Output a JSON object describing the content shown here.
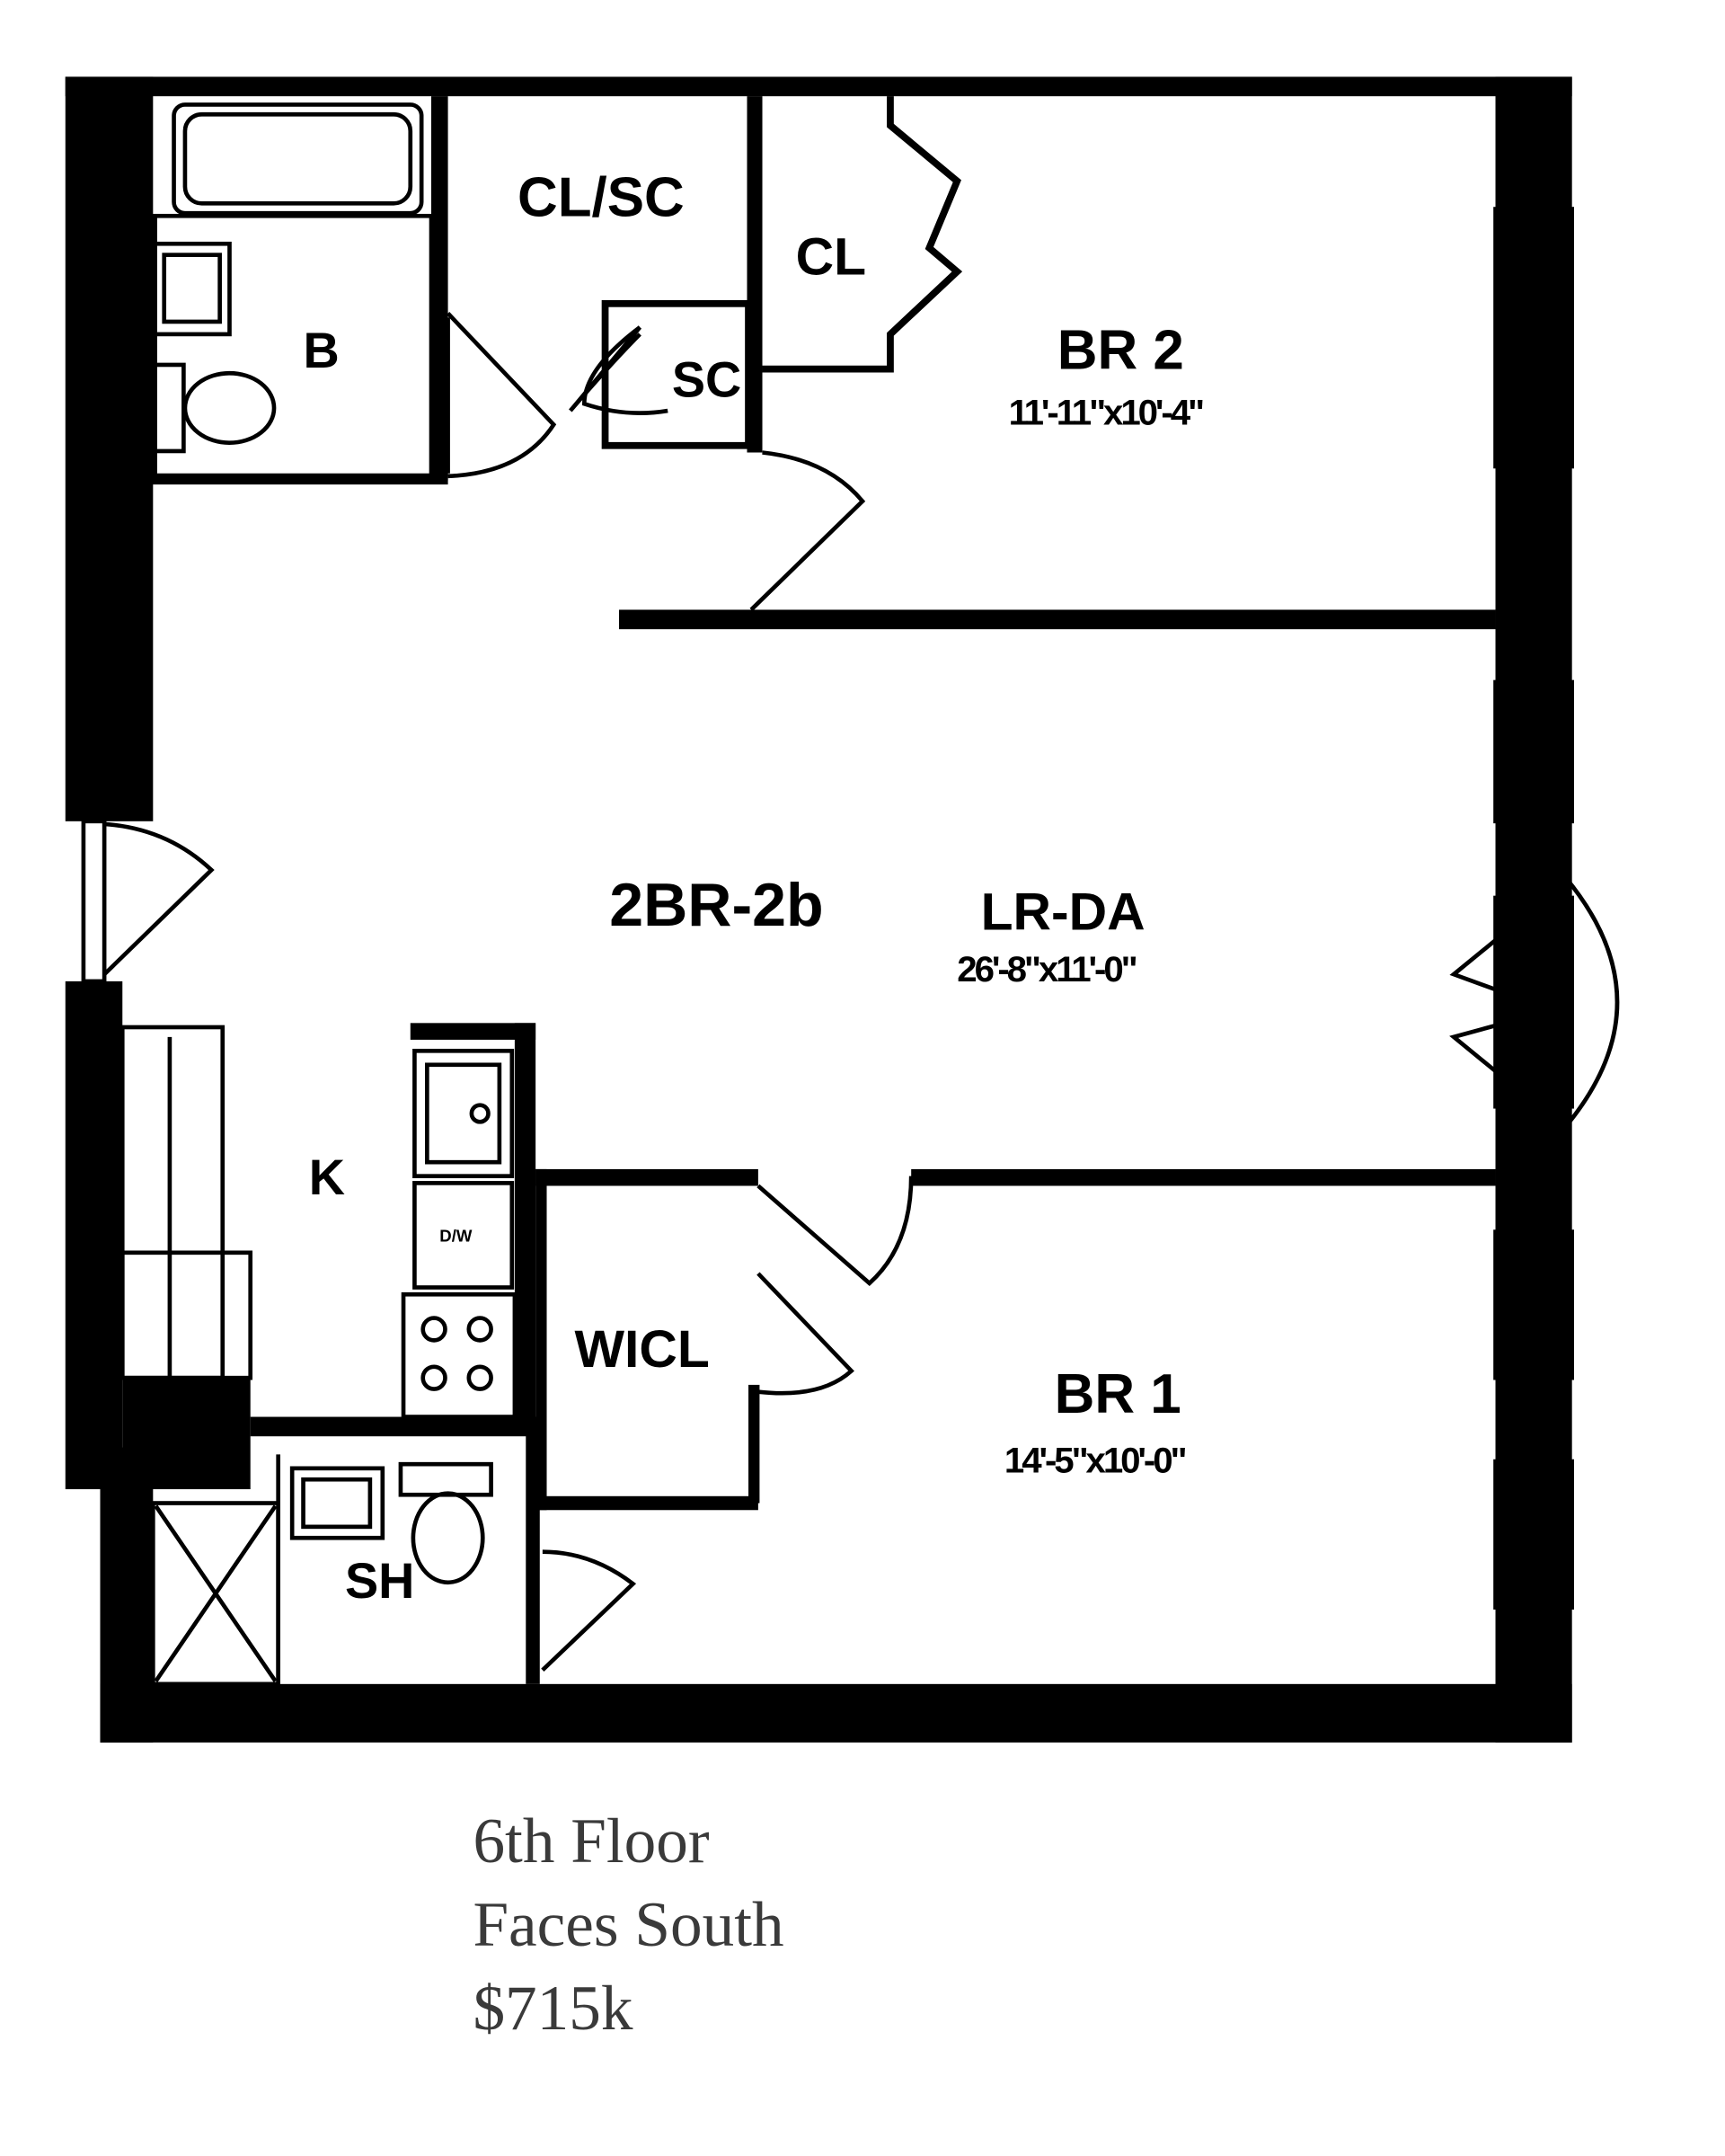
{
  "plan": {
    "unit_label": "2BR-2b",
    "rooms": {
      "closet_storage": "CL/SC",
      "closet": "CL",
      "storage": "SC",
      "bath": "B",
      "bedroom2": {
        "name": "BR 2",
        "size": "11'-11\"x10'-4\""
      },
      "living_dining": {
        "name": "LR-DA",
        "size": "26'-8\"x11'-0\""
      },
      "kitchen": "K",
      "dishwasher": "D/W",
      "walk_in_closet": "WICL",
      "bedroom1": {
        "name": "BR 1",
        "size": "14'-5\"x10'-0\""
      },
      "shower_bath": "SH"
    }
  },
  "caption": {
    "floor": "6th Floor",
    "exposure": "Faces South",
    "price": "$715k"
  }
}
